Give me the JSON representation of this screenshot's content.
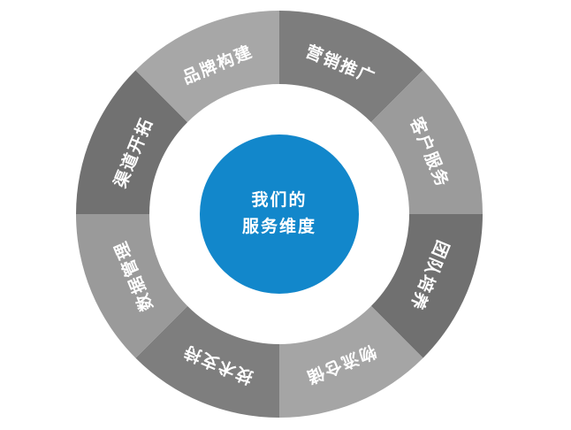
{
  "diagram": {
    "type": "circular-segment-wheel",
    "background": "#ffffff",
    "center": {
      "lines": [
        "我们的",
        "服务维度"
      ],
      "color": "#1287cb",
      "text_color": "#ffffff"
    },
    "segments": [
      {
        "label": "营销推广",
        "name": "marketing-promotion",
        "color": "#7d7d7d",
        "start_angle": 0,
        "end_angle": 45
      },
      {
        "label": "客户服务",
        "name": "customer-service",
        "color": "#9b9b9b",
        "start_angle": 45,
        "end_angle": 90
      },
      {
        "label": "团队培养",
        "name": "team-development",
        "color": "#707070",
        "start_angle": 90,
        "end_angle": 135
      },
      {
        "label": "物流仓储",
        "name": "logistics-warehousing",
        "color": "#a5a5a5",
        "start_angle": 135,
        "end_angle": 180
      },
      {
        "label": "技术支持",
        "name": "technical-support",
        "color": "#7e7e7e",
        "start_angle": 180,
        "end_angle": 225
      },
      {
        "label": "数据管理",
        "name": "data-management",
        "color": "#9a9a9a",
        "start_angle": 225,
        "end_angle": 270
      },
      {
        "label": "渠道开拓",
        "name": "channel-development",
        "color": "#717171",
        "start_angle": 270,
        "end_angle": 315
      },
      {
        "label": "品牌构建",
        "name": "brand-building",
        "color": "#a7a7a7",
        "start_angle": 315,
        "end_angle": 360
      }
    ]
  }
}
